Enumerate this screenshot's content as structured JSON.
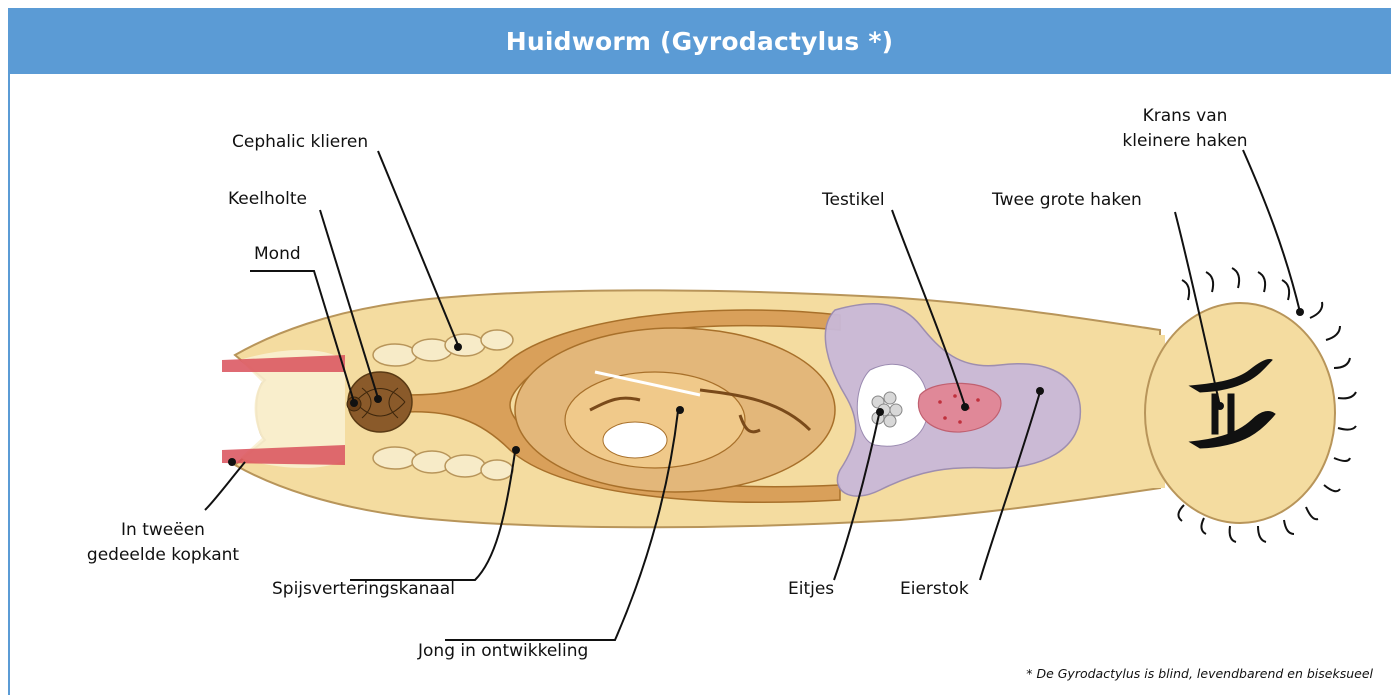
{
  "title": "Huidworm (Gyrodactylus *)",
  "labels": {
    "cephalic": "Cephalic klieren",
    "keelholte": "Keelholte",
    "mond": "Mond",
    "kopkant_1": "In tweëen",
    "kopkant_2": "gedeelde kopkant",
    "spijs": "Spijsverteringskanaal",
    "jong": "Jong in ontwikkeling",
    "testikel": "Testikel",
    "eitjes": "Eitjes",
    "eierstok": "Eierstok",
    "haken": "Twee grote haken",
    "krans_1": "Krans van",
    "krans_2": "kleinere haken"
  },
  "footnote": "* De Gyrodactylus is blind, levendbarend en biseksueel",
  "colors": {
    "banner": "#5b9bd5",
    "body": "#f4dca0",
    "gut": "#d9a05a",
    "embryo": "#e3b77a",
    "ovary": "#c9b9d8",
    "testis": "#e07080",
    "pharynx": "#8a5a2a",
    "muscle": "#d9505a"
  }
}
